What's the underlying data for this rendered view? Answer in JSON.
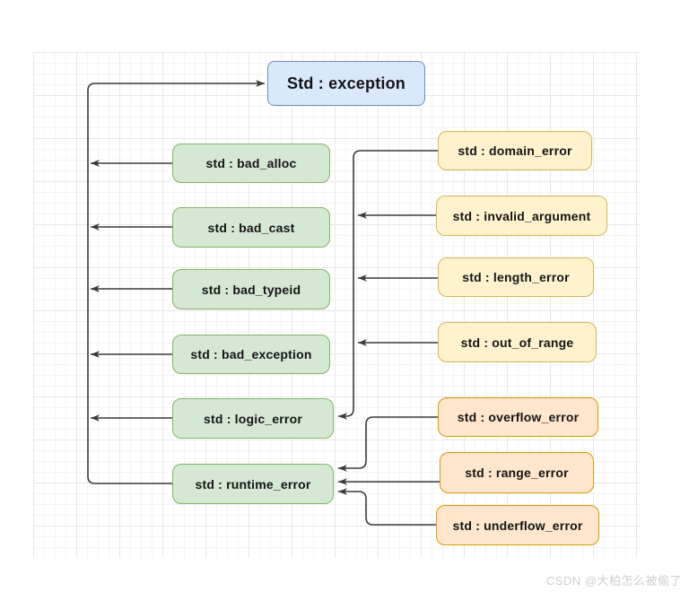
{
  "nodes": {
    "exception": {
      "label": "Std : exception"
    },
    "bad_alloc": {
      "label": "std : bad_alloc"
    },
    "bad_cast": {
      "label": "std : bad_cast"
    },
    "bad_typeid": {
      "label": "std : bad_typeid"
    },
    "bad_exception": {
      "label": "std : bad_exception"
    },
    "logic_error": {
      "label": "std : logic_error"
    },
    "runtime_error": {
      "label": "std : runtime_error"
    },
    "domain_error": {
      "label": "std : domain_error"
    },
    "invalid_argument": {
      "label": "std : invalid_argument"
    },
    "length_error": {
      "label": "std : length_error"
    },
    "out_of_range": {
      "label": "std : out_of_range"
    },
    "overflow_error": {
      "label": "std : overflow_error"
    },
    "range_error": {
      "label": "std : range_error"
    },
    "underflow_error": {
      "label": "std : underflow_error"
    }
  },
  "colors": {
    "root_fill": "#dae8fc",
    "root_border": "#6c8ebf",
    "green_fill": "#d5e8d4",
    "green_border": "#82b366",
    "yellow_fill": "#fff2cc",
    "yellow_border": "#d6b656",
    "orange_fill": "#ffe6cc",
    "orange_border": "#d79b00",
    "edge": "#3b3b3b",
    "grid_minor": "#f4f4f4",
    "grid_major": "#e8e8e8",
    "watermark_color": "#cfcfcf"
  },
  "watermark": "CSDN @大柏怎么被偷了"
}
